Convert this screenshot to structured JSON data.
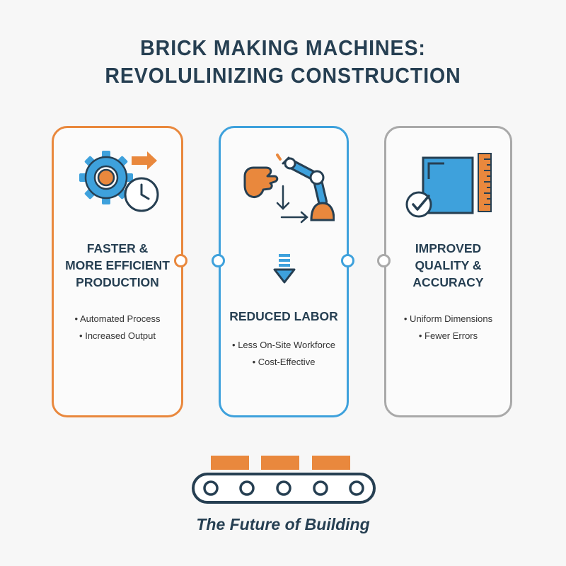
{
  "title": {
    "line1": "BRICK MAKING MACHINES:",
    "line2": "REVOLULINIZING CONSTRUCTION"
  },
  "cards": [
    {
      "title_lines": [
        "FASTER &",
        "MORE EFFICIENT",
        "PRODUCTION"
      ],
      "bullets": [
        "• Automated Process",
        "• Increased Output"
      ],
      "accent": "#e9883d",
      "icon": "gear-clock-icon"
    },
    {
      "title_lines": [
        "REDUCED LABOR"
      ],
      "bullets": [
        "• Less On-Site Workforce",
        "• Cost-Effective"
      ],
      "accent": "#3ea1dc",
      "icon": "robotic-arm-icon"
    },
    {
      "title_lines": [
        "IMPROVED",
        "QUALITY &",
        "ACCURACY"
      ],
      "bullets": [
        "• Uniform Dimensions",
        "• Fewer Errors"
      ],
      "accent": "#a9a9a9",
      "icon": "square-ruler-check-icon"
    }
  ],
  "footer": "The Future of Building",
  "colors": {
    "navy": "#263f52",
    "orange": "#e9883d",
    "blue": "#3ea1dc",
    "gray": "#a9a9a9"
  }
}
